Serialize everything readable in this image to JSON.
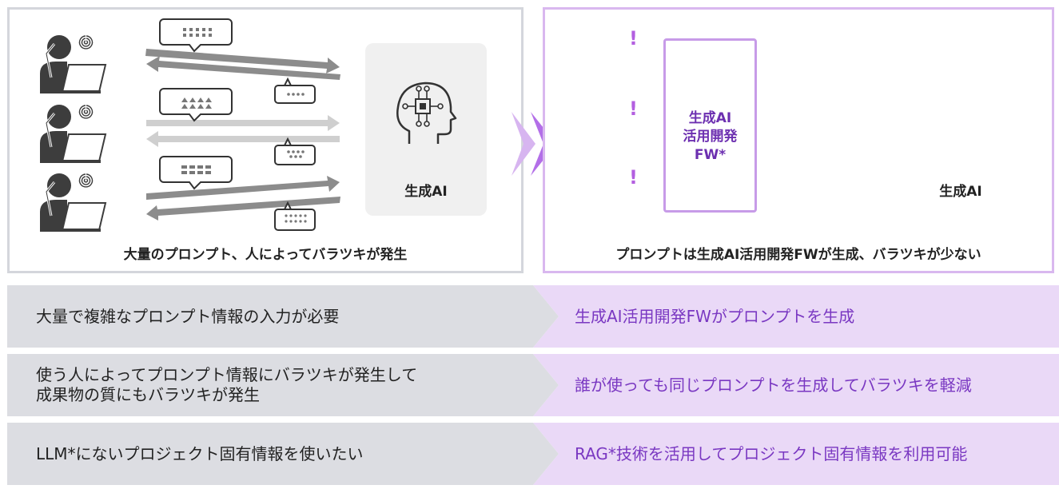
{
  "left_panel": {
    "caption": "大量のプロンプト、人によってバラツキが発生",
    "ai_label": "生成AI"
  },
  "right_panel": {
    "caption": "プロンプトは生成AI活用開発FWが生成、バラツキが少ない",
    "fw_lines": [
      "生成AI",
      "活用開発",
      "FW*"
    ],
    "ai_label": "生成AI",
    "exclamation": "!"
  },
  "comparison_rows": [
    {
      "problem": "大量で複雑なプロンプト情報の入力が必要",
      "solution": "生成AI活用開発FWがプロンプトを生成"
    },
    {
      "problem_lines": [
        "使う人によってプロンプト情報にバラツキが発生して",
        "成果物の質にもバラツキが発生"
      ],
      "solution": "誰が使っても同じプロンプトを生成してバラツキを軽減"
    },
    {
      "problem": "LLM*にないプロジェクト固有情報を使いたい",
      "solution": "RAG*技術を活用してプロジェクト固有情報を利用可能"
    }
  ],
  "colors": {
    "left_border": "#d4d6dc",
    "right_border": "#d9b8ef",
    "purple_accent": "#a24fe0",
    "purple_text": "#7a38c2",
    "sparkle": "#f2cc00",
    "gray_arrow": "#8c8c8c"
  }
}
